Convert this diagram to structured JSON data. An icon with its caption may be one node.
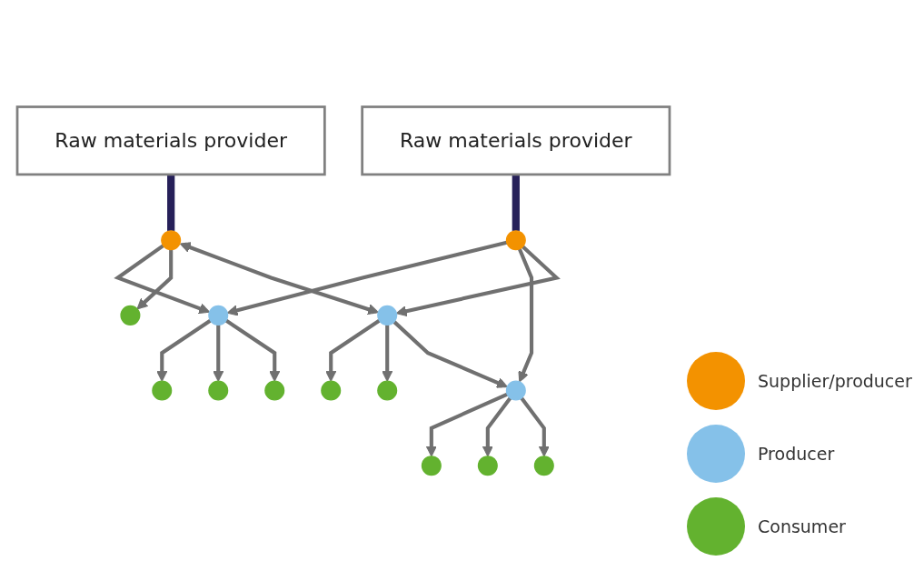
{
  "diagram": {
    "nodes": [
      {
        "text": [
          "Raw materials provider"
        ]
      },
      {
        "text": [
          "Raw materials provider"
        ]
      },
      {
        "text": [],
        "shape": "circle"
      },
      {
        "text": [],
        "shape": "circle"
      },
      {
        "text": [],
        "shape": "circle"
      },
      {
        "text": [],
        "shape": "circle"
      },
      {
        "text": [],
        "shape": "circle"
      },
      {
        "text": [],
        "shape": "circle"
      },
      {
        "text": [],
        "shape": "circle"
      },
      {
        "text": [],
        "shape": "circle"
      },
      {
        "text": [],
        "shape": "circle"
      },
      {
        "text": [],
        "shape": "circle"
      },
      {
        "text": [],
        "shape": "circle"
      },
      {
        "text": [],
        "shape": "circle"
      },
      {
        "text": [],
        "shape": "circle"
      },
      {
        "text": [],
        "shape": "circle"
      }
    ],
    "edges": [
      {
        "from": 0,
        "to": 2,
        "arrow": "none",
        "style": "thick",
        "color": "#262059"
      },
      {
        "from": 1,
        "to": 3,
        "arrow": "none",
        "style": "thick",
        "color": "#262059"
      },
      {
        "from": 2,
        "to": 8,
        "arrow": "to"
      },
      {
        "from": 2,
        "to": 10,
        "arrow": "to"
      },
      {
        "from": 2,
        "to": 6,
        "arrow": "to"
      },
      {
        "from": 3,
        "to": 8,
        "arrow": "to"
      },
      {
        "from": 3,
        "to": 4,
        "arrow": "to"
      },
      {
        "from": 3,
        "to": 6,
        "arrow": "both"
      },
      {
        "from": 6,
        "to": 5,
        "arrow": "to"
      },
      {
        "from": 6,
        "to": 9,
        "arrow": "to"
      },
      {
        "from": 6,
        "to": 10,
        "arrow": "to"
      },
      {
        "from": 8,
        "to": 7,
        "arrow": "to"
      },
      {
        "from": 8,
        "to": 11,
        "arrow": "to"
      },
      {
        "from": 8,
        "to": 12,
        "arrow": "to"
      },
      {
        "from": 10,
        "to": 14,
        "arrow": "to"
      },
      {
        "from": 10,
        "to": 15,
        "arrow": "to"
      },
      {
        "from": 10,
        "to": 13,
        "arrow": "to"
      }
    ],
    "legend": [
      {
        "text": "Supplier/producer",
        "color": "#f39200"
      },
      {
        "text": "Producer",
        "color": "#85c1e9"
      },
      {
        "text": "Consumer",
        "color": "#63b22f"
      }
    ]
  }
}
